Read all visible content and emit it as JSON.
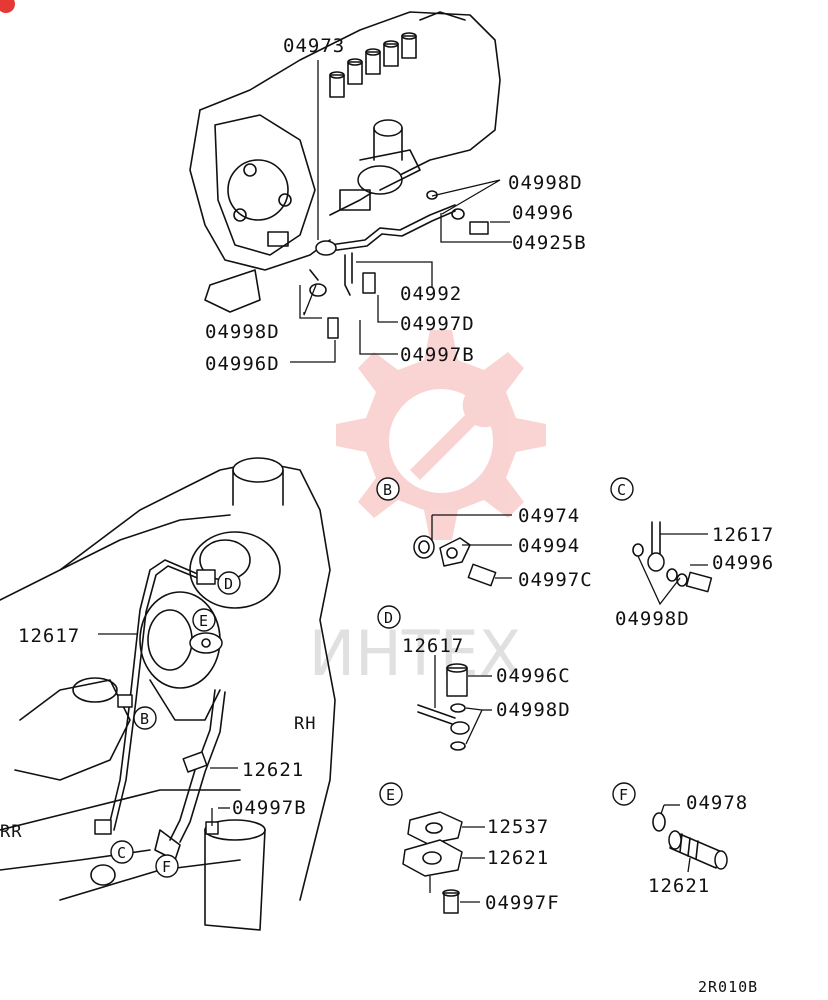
{
  "diagram_code": "2R010B",
  "watermark_text": "ИНТЕХ",
  "colors": {
    "line": "#111111",
    "watermark": "#e53935",
    "background": "#ffffff"
  },
  "orientation": {
    "rh": "RH",
    "rr": "RR"
  },
  "top_labels": {
    "p04973": "04973",
    "p04998D_a": "04998D",
    "p04996": "04996",
    "p04925B": "04925B",
    "p04992": "04992",
    "p04998D_b": "04998D",
    "p04997D": "04997D",
    "p04996D": "04996D",
    "p04997B": "04997B"
  },
  "main_labels": {
    "p12617": "12617",
    "p12621": "12621",
    "p04997B": "04997B"
  },
  "callouts": {
    "b": "B",
    "c": "C",
    "d": "D",
    "e": "E",
    "f": "F"
  },
  "detail_b": {
    "letter": "B",
    "p04974": "04974",
    "p04994": "04994",
    "p04997C": "04997C"
  },
  "detail_c": {
    "letter": "C",
    "p12617": "12617",
    "p04996": "04996",
    "p04998D": "04998D"
  },
  "detail_d": {
    "letter": "D",
    "p12617": "12617",
    "p04996C": "04996C",
    "p04998D": "04998D"
  },
  "detail_e": {
    "letter": "E",
    "p12537": "12537",
    "p12621": "12621",
    "p04997F": "04997F"
  },
  "detail_f": {
    "letter": "F",
    "p04978": "04978",
    "p12621": "12621"
  }
}
